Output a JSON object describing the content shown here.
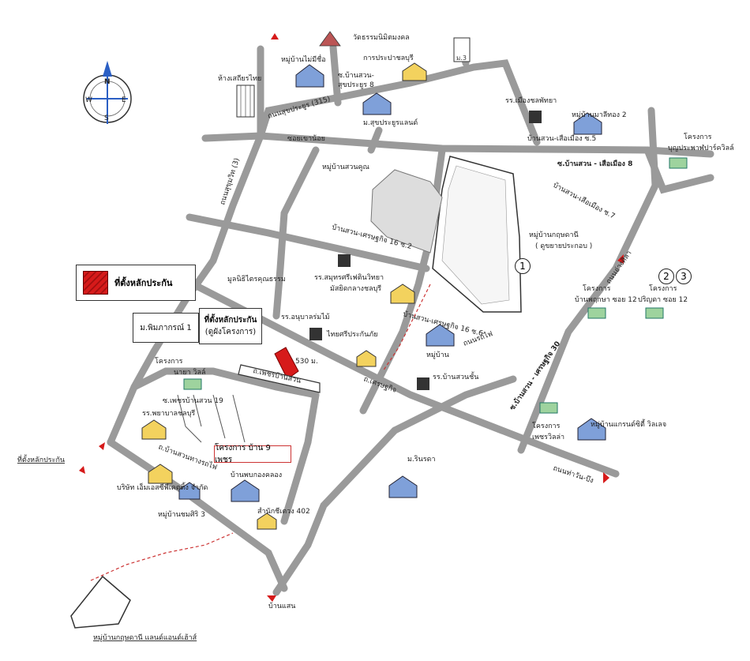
{
  "legend": {
    "label": "ที่ตั้งหลักประกัน",
    "color": "#d61a1a"
  },
  "boxes": {
    "b_phimphakon": "ม.พิมภากรณ์ 1",
    "b_site_1": "ที่ตั้งหลักประกัน",
    "b_site_2": "(ดูผังโครงการ)",
    "b_project": "โครงการ บ้าน 9 เพชร"
  },
  "numbers": {
    "n1": "1",
    "n2": "2",
    "n3": "3"
  },
  "compass": {
    "n": "N",
    "s": "S",
    "e": "E",
    "w": "W"
  },
  "labels": {
    "wat": "วัดธรรมนิมิตมงคล",
    "mu_mai": "หมู่บ้านไม่มีชื่อ",
    "kanprapa": "การประปาชลบุรี",
    "mu3": "ม.3",
    "tower": "ห้างเสถียรไทย",
    "soi_banswan_8a": "ซ.บ้านสวน-",
    "soi_banswan_8b": "สุขประยูร 8",
    "m_sukprayoon": "ม.สุขประยูรแลนด์",
    "rr_muang": "รร.เมืองชลพัทยา",
    "mu_malee": "หมู่บ้านมาลีทอง 2",
    "banswan_5": "บ้านสวน-เสือเมือง ซ.5",
    "bunprapa_1": "โครงการ",
    "bunprapa_2": "บุญประพาฬปาร์ควิลล์",
    "soi_8": "ซ.บ้านสวน - เสือเมือง 8",
    "soi_7": "บ้านสวน-เสือเมือง ซ.7",
    "mu_suankhun": "หมู่บ้านสวนคูณ",
    "mu_krisda_1": "หมู่บ้านกฤษดานี",
    "mu_krisda_2": "( ดูขยายประกอบ )",
    "soi_nong_2": "บ้านสวน-เศรษฐกิจ 16 ซ.2",
    "rr_samut": "รร.สมุทรศรีเฟตินวิทยา",
    "masjid": "มัสยิดกลางชลบุรี",
    "munithi": "มูลนิธิไตรคุณธรรม",
    "rr_anuban": "รร.อนุบาลร่มไม้",
    "thaisri": "ไทยศรีประกันภัย",
    "soi_16": "บ้านสวน-เศรษฐกิจ 16 ซ.6",
    "mu_ban": "หมู่บ้าน",
    "rr_banswan": "รร.บ้านสวนชั้น",
    "setthakit": "ถ.เศรษฐกิจ",
    "rot_fai": "ถนนรถไฟ",
    "project_2_1": "โครงการ",
    "project_2_2": "บ้านพฤกษา ซอย 12",
    "project_3_1": "โครงการ",
    "project_3_2": "ปริญดา ซอย 12",
    "naya_1": "โครงการ",
    "naya_2": "นายา วิลล์",
    "soi_petch": "ซ.เพชรบ้านสวน 19",
    "rr_phaya": "รร.พยาบาลชลบุรี",
    "road_banswan": "ถ.บ้านสวนทางรถไฟ",
    "thanon_main": "ถ.เพชรบ้านสวน",
    "soi_530": "530 ม.",
    "petch_villa_1": "โครงการ",
    "petch_villa_2": "เพชรวิลล่า",
    "grand_1": "หมู่บ้านแกรนด์ซิตี้ วิลเลจ",
    "road_30": "ซ.บ้านสวน - เศรษฐกิจ 30",
    "sukhumvit": "ถนนสุขุมวิท (3)",
    "arirak": "ถนนอ่างศิลา",
    "mrinda": "ม.รินรดา",
    "baanphoklang": "บ้านพบกองคลอง",
    "company": "บริษัท เอ็มเอสซีพีเคตติ้ง จำกัด",
    "mu_chomsri": "หมู่บ้านชมศิริ 3",
    "saman": "สำนักชีเตวง 402",
    "dotted_site": "ที่ตั้งหลักประกัน",
    "bottom": "หมู่บ้านกฤษดานี แลนด์แอนด์เฮ้าส์",
    "to_banbung": "ถนนท่าวัน-บึง",
    "to_chonburi": "บ้านแสน",
    "sorkaew": "ซอยเขาน้อย",
    "asawakit": "ถนนสุขประยูร (315)"
  }
}
